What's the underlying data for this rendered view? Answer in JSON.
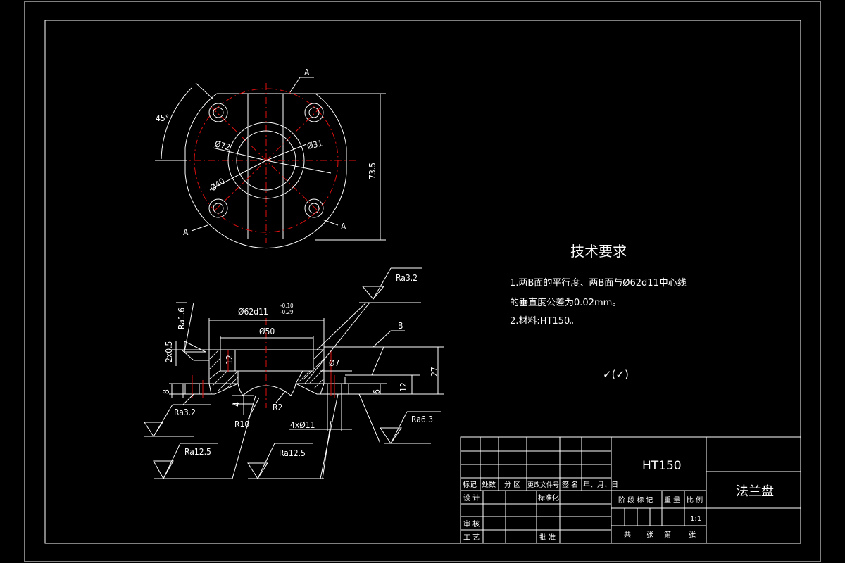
{
  "top_view": {
    "angle": "45°",
    "section_a_top": "A",
    "section_a_left": "A",
    "section_a_right": "A",
    "dia_72": "Ø72",
    "dia_31": "Ø31",
    "dia_40": "Ø40",
    "height": "73.5"
  },
  "section_view": {
    "fit_dia": "Ø62d11",
    "fit_upper": "-0.10",
    "fit_lower": "-0.29",
    "dia_50": "Ø50",
    "dia_7": "Ø7",
    "holes": "4xØ11",
    "radius_10": "R10",
    "radius_2": "R2",
    "chamfer": "2x0.5",
    "dim_12_inner": "12",
    "dim_12_right": "12",
    "dim_27": "27",
    "dim_8": "8",
    "dim_6": "6",
    "dim_4": "4",
    "surface_b": "B",
    "ra_1_6": "Ra1.6",
    "ra_3_2_top": "Ra3.2",
    "ra_3_2_left": "Ra3.2",
    "ra_6_3": "Ra6.3",
    "ra_12_5_a": "Ra12.5",
    "ra_12_5_b": "Ra12.5"
  },
  "tech_req": {
    "title": "技术要求",
    "line1": "1.两B面的平行度、两B面与Ø62d11中心线",
    "line2": "的垂直度公差为0.02mm。",
    "line3": "2.材料:HT150。",
    "mark": "✓(✓)"
  },
  "title_block": {
    "material": "HT150",
    "part_name": "法兰盘",
    "h_mark": "标记",
    "h_count": "处数",
    "h_zone": "分 区",
    "h_doc": "更改文件号",
    "h_sign": "签 名",
    "h_date": "年、月、日",
    "design": "设 计",
    "standard": "标准化",
    "review": "审 核",
    "process": "工 艺",
    "approve": "批 准",
    "stage": "阶 段 标 记",
    "weight": "重 量",
    "scale_label": "比 例",
    "scale": "1:1",
    "total": "共",
    "sheets1": "张",
    "page": "第",
    "sheets2": "张"
  }
}
